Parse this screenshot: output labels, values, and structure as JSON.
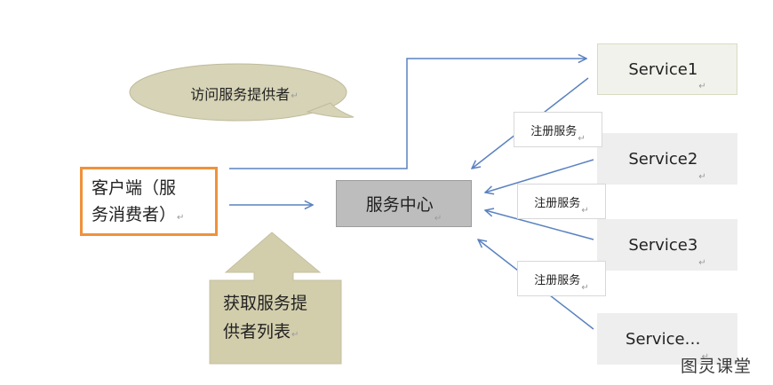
{
  "client": {
    "line1": "客户端（服",
    "line2": "务消费者）"
  },
  "center": {
    "label": "服务中心"
  },
  "bubble": {
    "label": "访问服务提供者"
  },
  "fetch": {
    "line1": "获取服务提",
    "line2": "供者列表"
  },
  "register": [
    "注册服务",
    "注册服务",
    "注册服务"
  ],
  "services": [
    "Service1",
    "Service2",
    "Service3",
    "Service…"
  ],
  "watermark": "图灵课堂",
  "mark": "↵",
  "colors": {
    "arrow": "#5a82c0",
    "client_border": "#f0913a",
    "center_fill": "#bdbdbd",
    "bubble_fill": "#d6d3b6",
    "fetch_fill": "#d2ceac"
  }
}
